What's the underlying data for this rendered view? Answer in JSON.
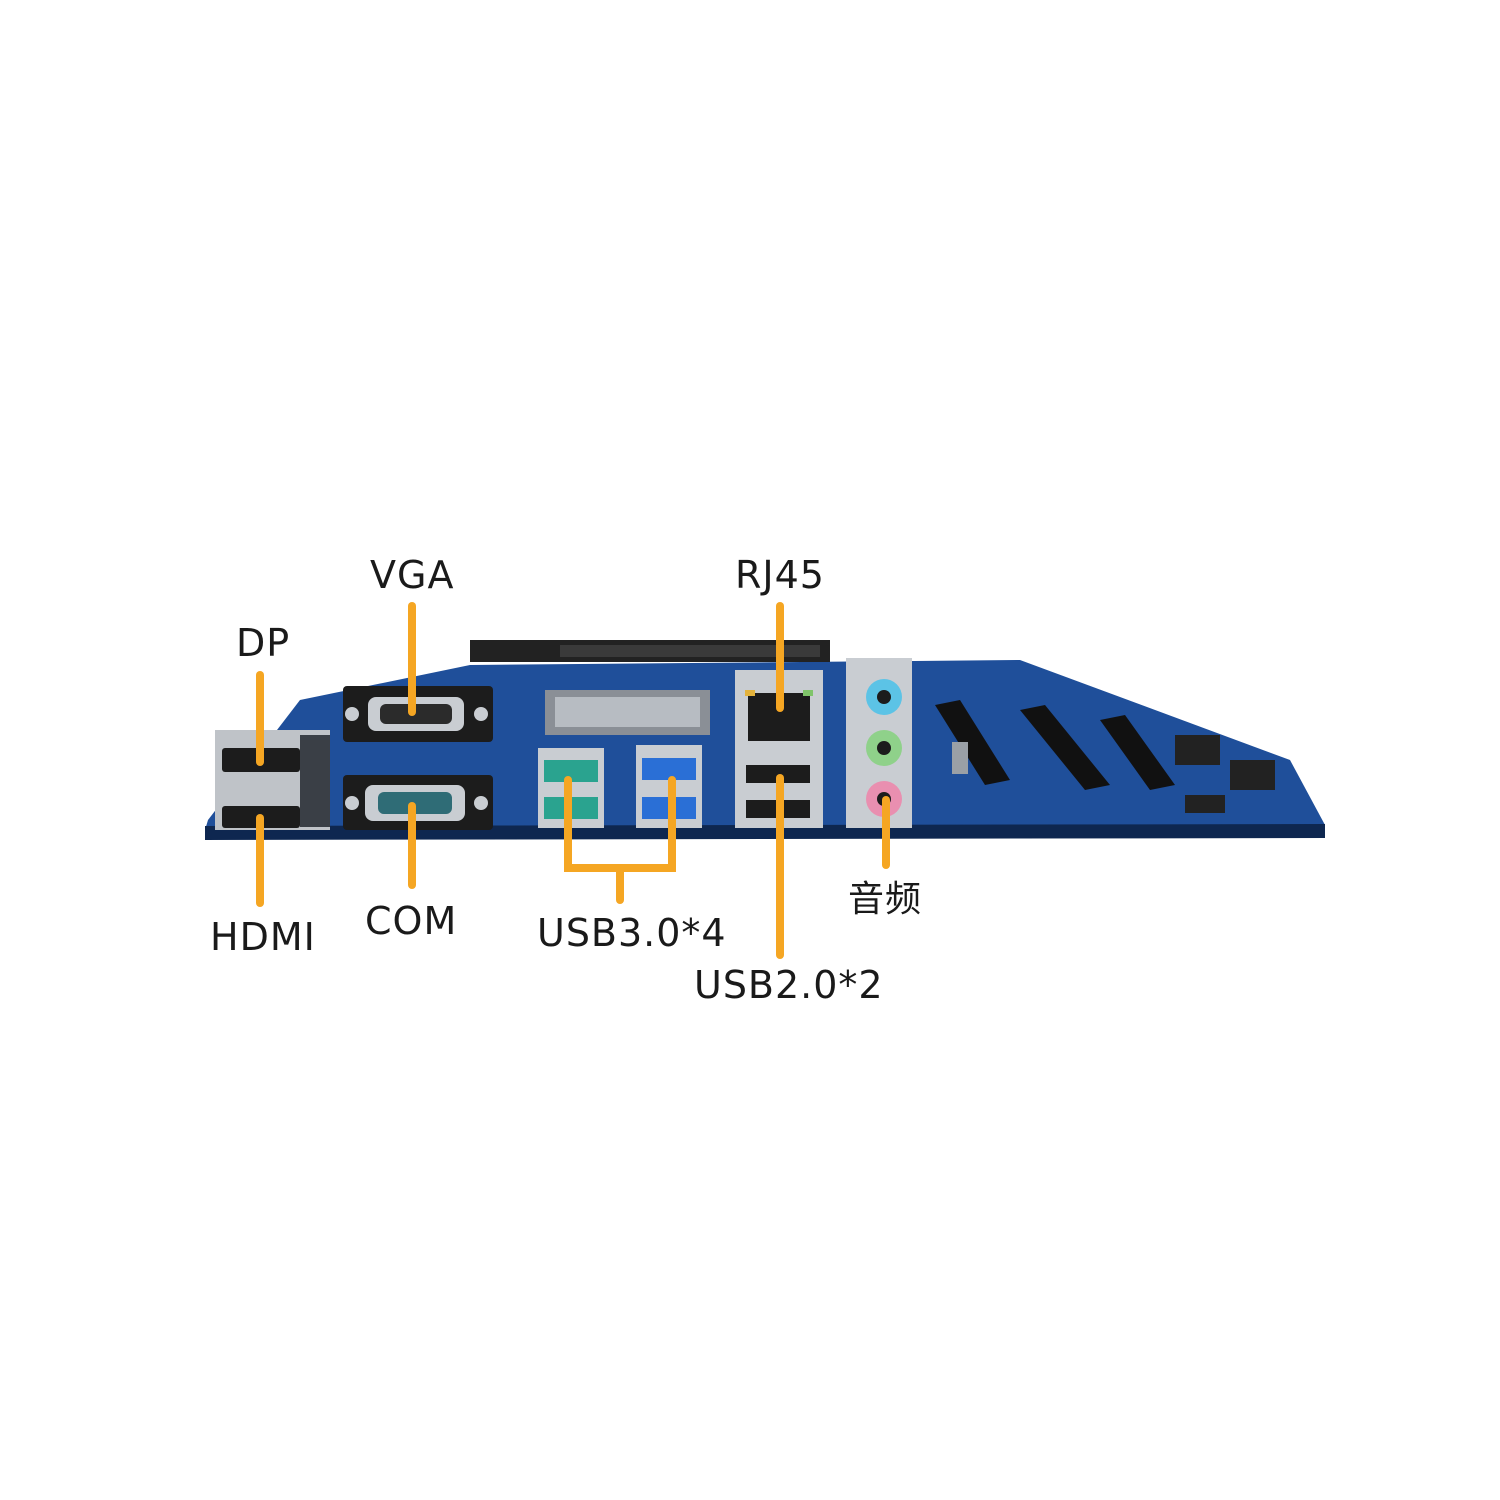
{
  "labels": {
    "dp": "DP",
    "vga": "VGA",
    "rj45": "RJ45",
    "hdmi": "HDMI",
    "com": "COM",
    "usb3": "USB3.0*4",
    "usb2": "USB2.0*2",
    "audio": "音频"
  },
  "colors": {
    "callout": "#f5a623",
    "pcb": "#1f4f9a",
    "pcb_dark": "#163c78",
    "metal": "#c9cdd2",
    "port_black": "#1c1c1c",
    "usb3_teal": "#2aa38f",
    "usb3_blue": "#2a6fd6",
    "jack_blue": "#5cc3e6",
    "jack_green": "#8fd18a",
    "jack_pink": "#e98fb0"
  }
}
